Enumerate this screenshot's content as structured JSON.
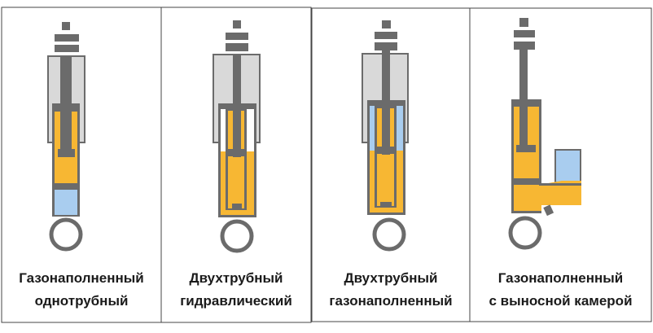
{
  "colors": {
    "oil": "#f7b733",
    "gas": "#a9cdef",
    "metal": "#6b6b6b",
    "tube": "#d9d9d9"
  },
  "panels": [
    {
      "line1": "Газонаполненный",
      "line2": "однотрубный"
    },
    {
      "line1": "Двухтрубный",
      "line2": "гидравлический"
    },
    {
      "line1": "Двухтрубный",
      "line2": "газонаполненный"
    },
    {
      "line1": "Газонаполненный",
      "line2": "с выносной камерой"
    }
  ]
}
